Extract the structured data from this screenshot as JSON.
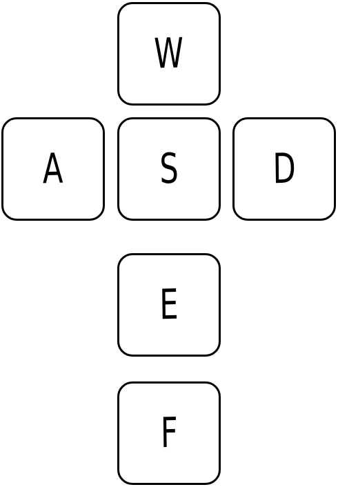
{
  "keys": {
    "w": {
      "label": "W"
    },
    "a": {
      "label": "A"
    },
    "s": {
      "label": "S"
    },
    "d": {
      "label": "D"
    },
    "e": {
      "label": "E"
    },
    "f": {
      "label": "F"
    }
  },
  "colors": {
    "background": "#ffffff",
    "border": "#000000",
    "text": "#000000"
  }
}
